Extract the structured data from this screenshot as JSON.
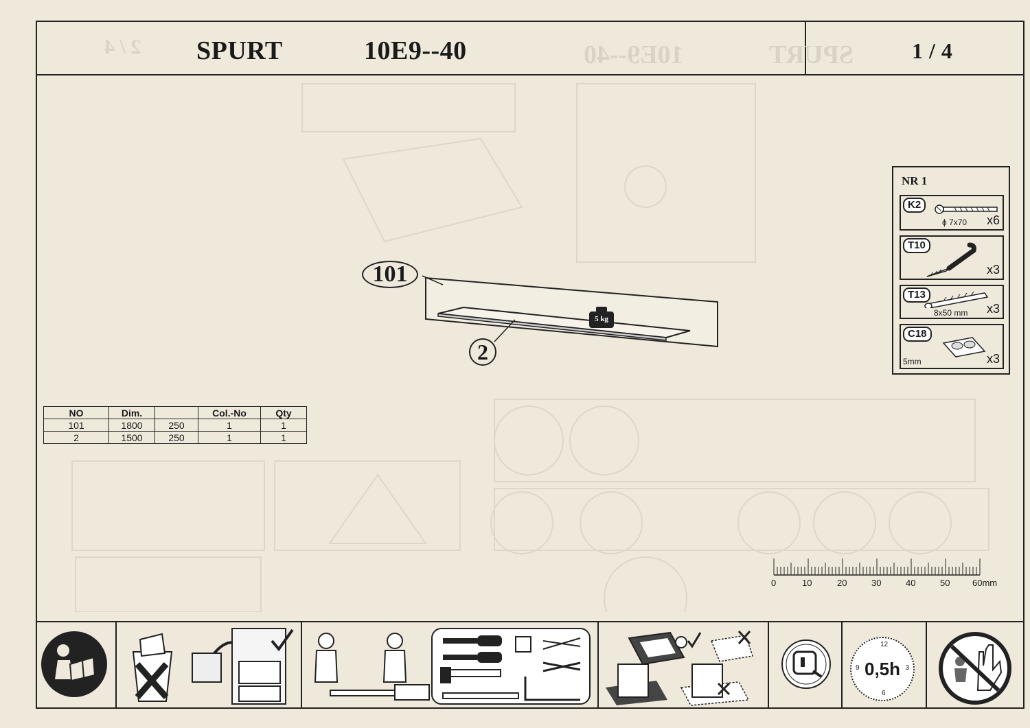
{
  "header": {
    "product_name": "SPURT",
    "product_code": "10E9--40",
    "page_indicator": "1 / 4",
    "ghost_text": [
      "SPURT",
      "10E9--40",
      "2 / 4"
    ]
  },
  "assembly": {
    "part_101_label": "101",
    "part_2_label": "2",
    "weight_label": "5 kg"
  },
  "parts_table": {
    "headers": [
      "NO",
      "Dim.",
      "",
      "Col.-No",
      "Qty"
    ],
    "rows": [
      [
        "101",
        "1800",
        "250",
        "1",
        "1"
      ],
      [
        "2",
        "1500",
        "250",
        "1",
        "1"
      ]
    ]
  },
  "fittings": {
    "title": "NR 1",
    "items": [
      {
        "code": "K2",
        "dim": "ϕ 7x70",
        "qty": "x6",
        "icon": "screw-icon"
      },
      {
        "code": "T10",
        "dim": "",
        "qty": "x3",
        "icon": "hook-screw-icon"
      },
      {
        "code": "T13",
        "dim": "8x50 mm",
        "qty": "x3",
        "icon": "wall-plug-icon"
      },
      {
        "code": "C18",
        "dim": "5mm",
        "qty": "x3",
        "icon": "bumper-pad-icon"
      }
    ]
  },
  "ruler": {
    "labels": [
      "0",
      "10",
      "20",
      "30",
      "40",
      "50",
      "60mm"
    ]
  },
  "footer": {
    "time_label": "0,5h",
    "clock_numbers": [
      "12",
      "3",
      "6",
      "9"
    ],
    "icons": [
      "read-instructions-icon",
      "keep-instructions-icon",
      "two-persons-icon",
      "tools-required-icon",
      "assemble-on-soft-surface-icon",
      "measuring-tape-icon",
      "assembly-time-icon",
      "no-children-icon"
    ]
  }
}
